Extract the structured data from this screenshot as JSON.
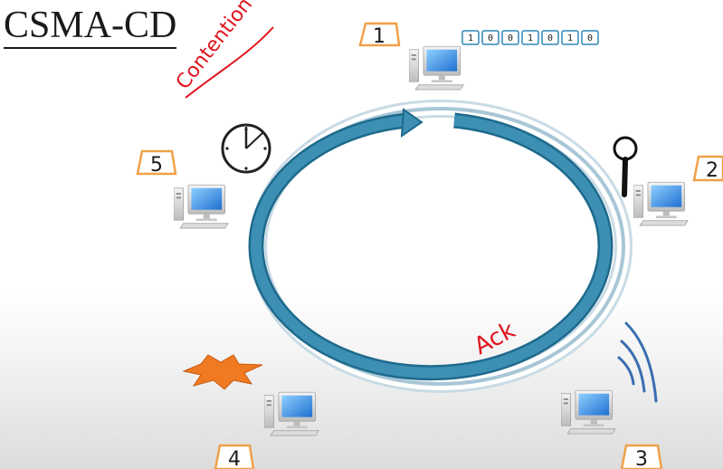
{
  "title": "CSMA-CD",
  "annotations": {
    "contention": "Contention",
    "ack": "Ack"
  },
  "frame_bits": [
    "1",
    "0",
    "0",
    "1",
    "0",
    "1",
    "0"
  ],
  "nodes": [
    {
      "id": "1"
    },
    {
      "id": "2"
    },
    {
      "id": "3"
    },
    {
      "id": "4"
    },
    {
      "id": "5"
    }
  ],
  "colors": {
    "ring_outer": "#a8c6d6",
    "ring_inner": "#3d90b3",
    "ring_stroke": "#1e6a8c",
    "label_border": "#f0a049",
    "annotation_red": "#e0141e",
    "collision": "#f07a22",
    "signal": "#3a6eb0"
  }
}
